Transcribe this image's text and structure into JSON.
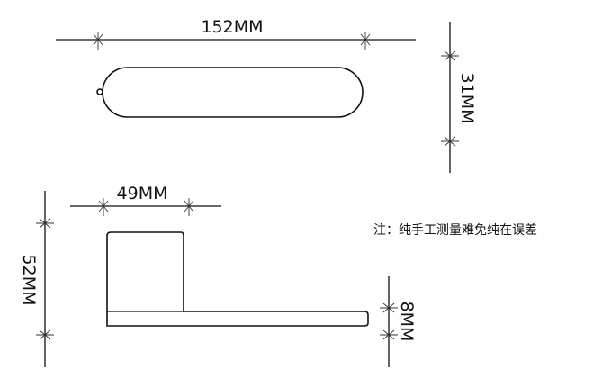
{
  "dimensions": {
    "width_top": "152MM",
    "height_top": "31MM",
    "base_width": "49MM",
    "total_height": "52MM",
    "plate_thickness": "8MM"
  },
  "note": "注：纯手工测量难免纯在误差"
}
